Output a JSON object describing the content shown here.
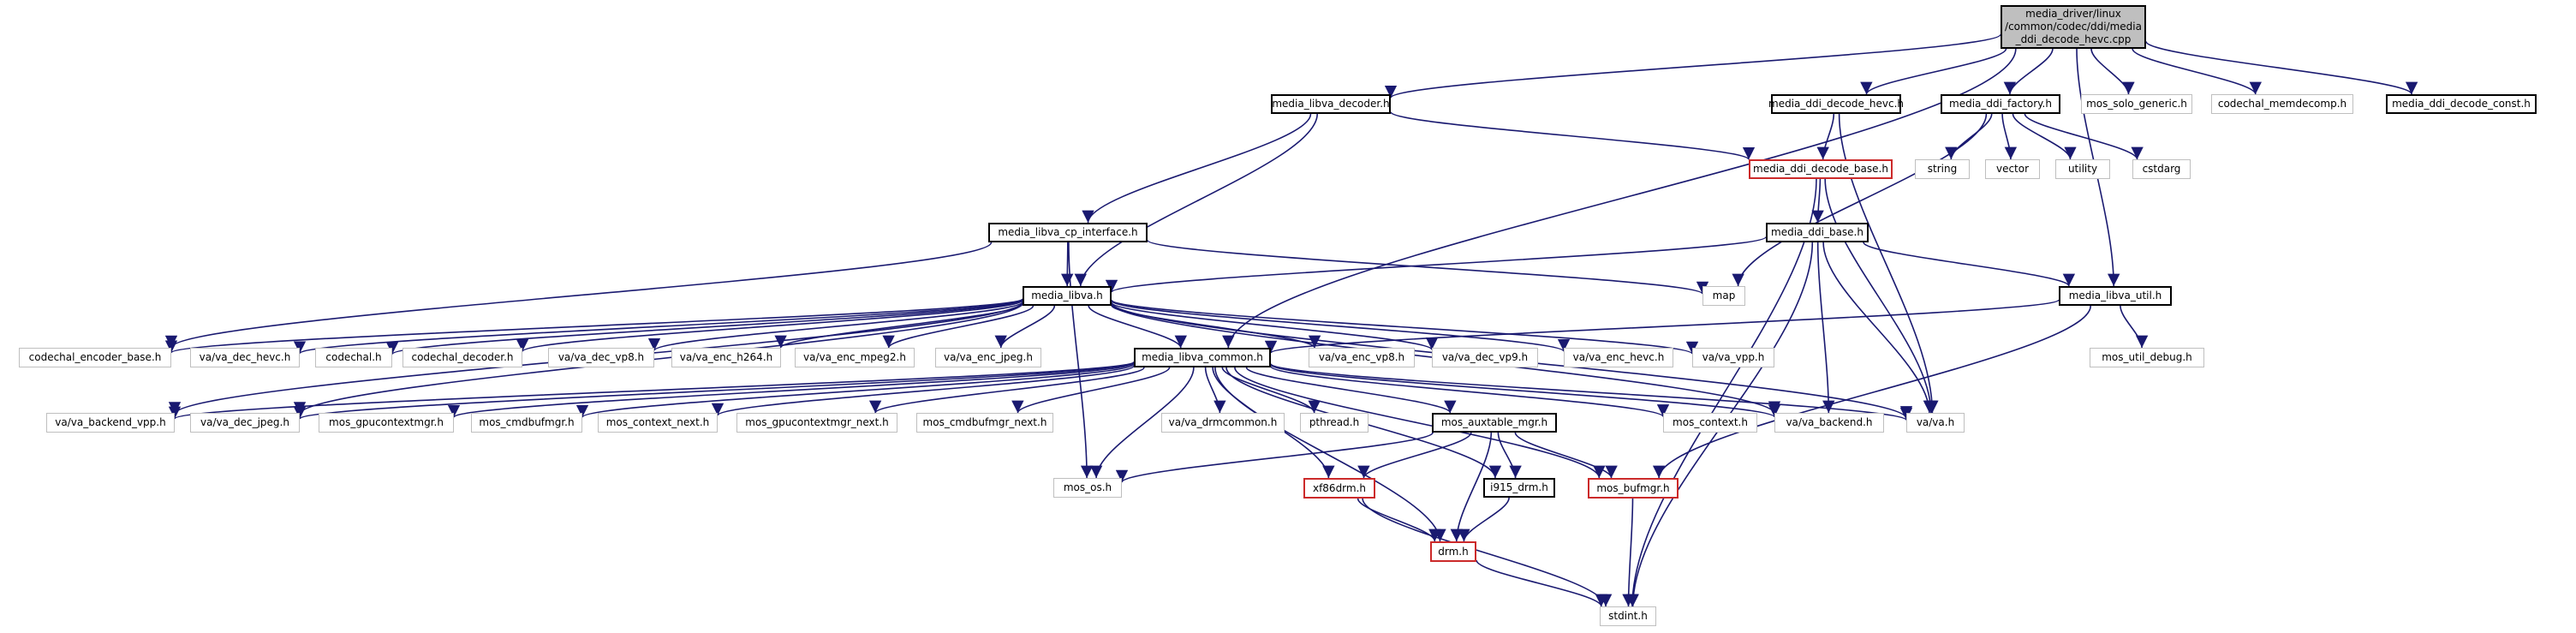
{
  "colors": {
    "edge": "#191970",
    "documented_border": "#000000",
    "external_border": "#bfbfbf",
    "truncated_border": "#cc2a2a",
    "root_fill": "#bfbfbf"
  },
  "nodes": [
    {
      "id": "root",
      "label": "media_driver/linux\n/common/codec/ddi/media\n_ddi_decode_hevc.cpp",
      "kind": "root"
    },
    {
      "id": "libva_decoder",
      "label": "media_libva_decoder.h",
      "kind": "documented"
    },
    {
      "id": "ddi_decode_hevc_h",
      "label": "media_ddi_decode_hevc.h",
      "kind": "documented"
    },
    {
      "id": "ddi_factory",
      "label": "media_ddi_factory.h",
      "kind": "documented"
    },
    {
      "id": "mos_solo_generic",
      "label": "mos_solo_generic.h",
      "kind": "external"
    },
    {
      "id": "codechal_memdecomp",
      "label": "codechal_memdecomp.h",
      "kind": "external"
    },
    {
      "id": "ddi_decode_const",
      "label": "media_ddi_decode_const.h",
      "kind": "documented"
    },
    {
      "id": "ddi_decode_base",
      "label": "media_ddi_decode_base.h",
      "kind": "truncated"
    },
    {
      "id": "string",
      "label": "string",
      "kind": "external"
    },
    {
      "id": "vector",
      "label": "vector",
      "kind": "external"
    },
    {
      "id": "utility",
      "label": "utility",
      "kind": "external"
    },
    {
      "id": "cstdarg",
      "label": "cstdarg",
      "kind": "external"
    },
    {
      "id": "cp_interface",
      "label": "media_libva_cp_interface.h",
      "kind": "documented"
    },
    {
      "id": "ddi_base",
      "label": "media_ddi_base.h",
      "kind": "documented"
    },
    {
      "id": "map",
      "label": "map",
      "kind": "external"
    },
    {
      "id": "libva_util",
      "label": "media_libva_util.h",
      "kind": "documented"
    },
    {
      "id": "libva",
      "label": "media_libva.h",
      "kind": "documented"
    },
    {
      "id": "codechal_encoder_base",
      "label": "codechal_encoder_base.h",
      "kind": "external"
    },
    {
      "id": "va_dec_hevc",
      "label": "va/va_dec_hevc.h",
      "kind": "external"
    },
    {
      "id": "codechal",
      "label": "codechal.h",
      "kind": "external"
    },
    {
      "id": "codechal_decoder",
      "label": "codechal_decoder.h",
      "kind": "external"
    },
    {
      "id": "va_dec_vp8",
      "label": "va/va_dec_vp8.h",
      "kind": "external"
    },
    {
      "id": "va_enc_h264",
      "label": "va/va_enc_h264.h",
      "kind": "external"
    },
    {
      "id": "va_enc_mpeg2",
      "label": "va/va_enc_mpeg2.h",
      "kind": "external"
    },
    {
      "id": "va_enc_jpeg",
      "label": "va/va_enc_jpeg.h",
      "kind": "external"
    },
    {
      "id": "libva_common",
      "label": "media_libva_common.h",
      "kind": "documented"
    },
    {
      "id": "va_enc_vp8",
      "label": "va/va_enc_vp8.h",
      "kind": "external"
    },
    {
      "id": "va_dec_vp9",
      "label": "va/va_dec_vp9.h",
      "kind": "external"
    },
    {
      "id": "va_enc_hevc",
      "label": "va/va_enc_hevc.h",
      "kind": "external"
    },
    {
      "id": "va_vpp",
      "label": "va/va_vpp.h",
      "kind": "external"
    },
    {
      "id": "mos_util_debug",
      "label": "mos_util_debug.h",
      "kind": "external"
    },
    {
      "id": "va_backend_vpp",
      "label": "va/va_backend_vpp.h",
      "kind": "external"
    },
    {
      "id": "va_dec_jpeg",
      "label": "va/va_dec_jpeg.h",
      "kind": "external"
    },
    {
      "id": "mos_gpucontextmgr",
      "label": "mos_gpucontextmgr.h",
      "kind": "external"
    },
    {
      "id": "mos_cmdbufmgr",
      "label": "mos_cmdbufmgr.h",
      "kind": "external"
    },
    {
      "id": "mos_context_next",
      "label": "mos_context_next.h",
      "kind": "external"
    },
    {
      "id": "mos_gpucontextmgr_next",
      "label": "mos_gpucontextmgr_next.h",
      "kind": "external"
    },
    {
      "id": "mos_cmdbufmgr_next",
      "label": "mos_cmdbufmgr_next.h",
      "kind": "external"
    },
    {
      "id": "va_drmcommon",
      "label": "va/va_drmcommon.h",
      "kind": "external"
    },
    {
      "id": "pthread",
      "label": "pthread.h",
      "kind": "external"
    },
    {
      "id": "mos_auxtable_mgr",
      "label": "mos_auxtable_mgr.h",
      "kind": "documented"
    },
    {
      "id": "mos_context",
      "label": "mos_context.h",
      "kind": "external"
    },
    {
      "id": "va_backend",
      "label": "va/va_backend.h",
      "kind": "external"
    },
    {
      "id": "va_h",
      "label": "va/va.h",
      "kind": "external"
    },
    {
      "id": "mos_os",
      "label": "mos_os.h",
      "kind": "external"
    },
    {
      "id": "xf86drm",
      "label": "xf86drm.h",
      "kind": "truncated"
    },
    {
      "id": "i915_drm",
      "label": "i915_drm.h",
      "kind": "documented"
    },
    {
      "id": "mos_bufmgr",
      "label": "mos_bufmgr.h",
      "kind": "truncated"
    },
    {
      "id": "drm",
      "label": "drm.h",
      "kind": "truncated"
    },
    {
      "id": "stdint",
      "label": "stdint.h",
      "kind": "external"
    }
  ],
  "edges": [
    [
      "root",
      "libva_decoder"
    ],
    [
      "root",
      "ddi_decode_hevc_h"
    ],
    [
      "root",
      "ddi_factory"
    ],
    [
      "root",
      "mos_solo_generic"
    ],
    [
      "root",
      "codechal_memdecomp"
    ],
    [
      "root",
      "ddi_decode_const"
    ],
    [
      "root",
      "libva_common"
    ],
    [
      "root",
      "libva_util"
    ],
    [
      "libva_decoder",
      "cp_interface"
    ],
    [
      "libva_decoder",
      "libva"
    ],
    [
      "libva_decoder",
      "ddi_decode_base"
    ],
    [
      "ddi_decode_hevc_h",
      "ddi_decode_base"
    ],
    [
      "ddi_decode_hevc_h",
      "va_h"
    ],
    [
      "ddi_factory",
      "string"
    ],
    [
      "ddi_factory",
      "vector"
    ],
    [
      "ddi_factory",
      "utility"
    ],
    [
      "ddi_factory",
      "cstdarg"
    ],
    [
      "ddi_factory",
      "map"
    ],
    [
      "ddi_decode_base",
      "ddi_base"
    ],
    [
      "ddi_decode_base",
      "va_h"
    ],
    [
      "ddi_decode_base",
      "stdint"
    ],
    [
      "cp_interface",
      "libva"
    ],
    [
      "cp_interface",
      "map"
    ],
    [
      "cp_interface",
      "codechal_encoder_base"
    ],
    [
      "cp_interface",
      "mos_os"
    ],
    [
      "ddi_base",
      "libva"
    ],
    [
      "ddi_base",
      "libva_util"
    ],
    [
      "ddi_base",
      "va_backend"
    ],
    [
      "ddi_base",
      "va_h"
    ],
    [
      "ddi_base",
      "stdint"
    ],
    [
      "libva_util",
      "libva_common"
    ],
    [
      "libva_util",
      "mos_util_debug"
    ],
    [
      "libva_util",
      "mos_bufmgr"
    ],
    [
      "libva",
      "codechal_encoder_base"
    ],
    [
      "libva",
      "va_dec_hevc"
    ],
    [
      "libva",
      "codechal"
    ],
    [
      "libva",
      "codechal_decoder"
    ],
    [
      "libva",
      "va_dec_vp8"
    ],
    [
      "libva",
      "va_enc_h264"
    ],
    [
      "libva",
      "va_enc_mpeg2"
    ],
    [
      "libva",
      "va_enc_jpeg"
    ],
    [
      "libva",
      "libva_common"
    ],
    [
      "libva",
      "va_enc_vp8"
    ],
    [
      "libva",
      "va_dec_vp9"
    ],
    [
      "libva",
      "va_enc_hevc"
    ],
    [
      "libva",
      "va_vpp"
    ],
    [
      "libva",
      "va_backend_vpp"
    ],
    [
      "libva",
      "va_dec_jpeg"
    ],
    [
      "libva",
      "va_backend"
    ],
    [
      "libva",
      "va_h"
    ],
    [
      "libva_common",
      "va_backend_vpp"
    ],
    [
      "libva_common",
      "va_dec_jpeg"
    ],
    [
      "libva_common",
      "mos_gpucontextmgr"
    ],
    [
      "libva_common",
      "mos_cmdbufmgr"
    ],
    [
      "libva_common",
      "mos_context_next"
    ],
    [
      "libva_common",
      "mos_gpucontextmgr_next"
    ],
    [
      "libva_common",
      "mos_cmdbufmgr_next"
    ],
    [
      "libva_common",
      "va_drmcommon"
    ],
    [
      "libva_common",
      "pthread"
    ],
    [
      "libva_common",
      "mos_auxtable_mgr"
    ],
    [
      "libva_common",
      "mos_context"
    ],
    [
      "libva_common",
      "va_backend"
    ],
    [
      "libva_common",
      "va_h"
    ],
    [
      "libva_common",
      "mos_os"
    ],
    [
      "libva_common",
      "xf86drm"
    ],
    [
      "libva_common",
      "i915_drm"
    ],
    [
      "libva_common",
      "mos_bufmgr"
    ],
    [
      "libva_common",
      "drm"
    ],
    [
      "mos_auxtable_mgr",
      "mos_os"
    ],
    [
      "mos_auxtable_mgr",
      "xf86drm"
    ],
    [
      "mos_auxtable_mgr",
      "i915_drm"
    ],
    [
      "mos_auxtable_mgr",
      "mos_bufmgr"
    ],
    [
      "mos_auxtable_mgr",
      "drm"
    ],
    [
      "xf86drm",
      "drm"
    ],
    [
      "xf86drm",
      "stdint"
    ],
    [
      "i915_drm",
      "drm"
    ],
    [
      "drm",
      "stdint"
    ],
    [
      "mos_bufmgr",
      "stdint"
    ]
  ]
}
